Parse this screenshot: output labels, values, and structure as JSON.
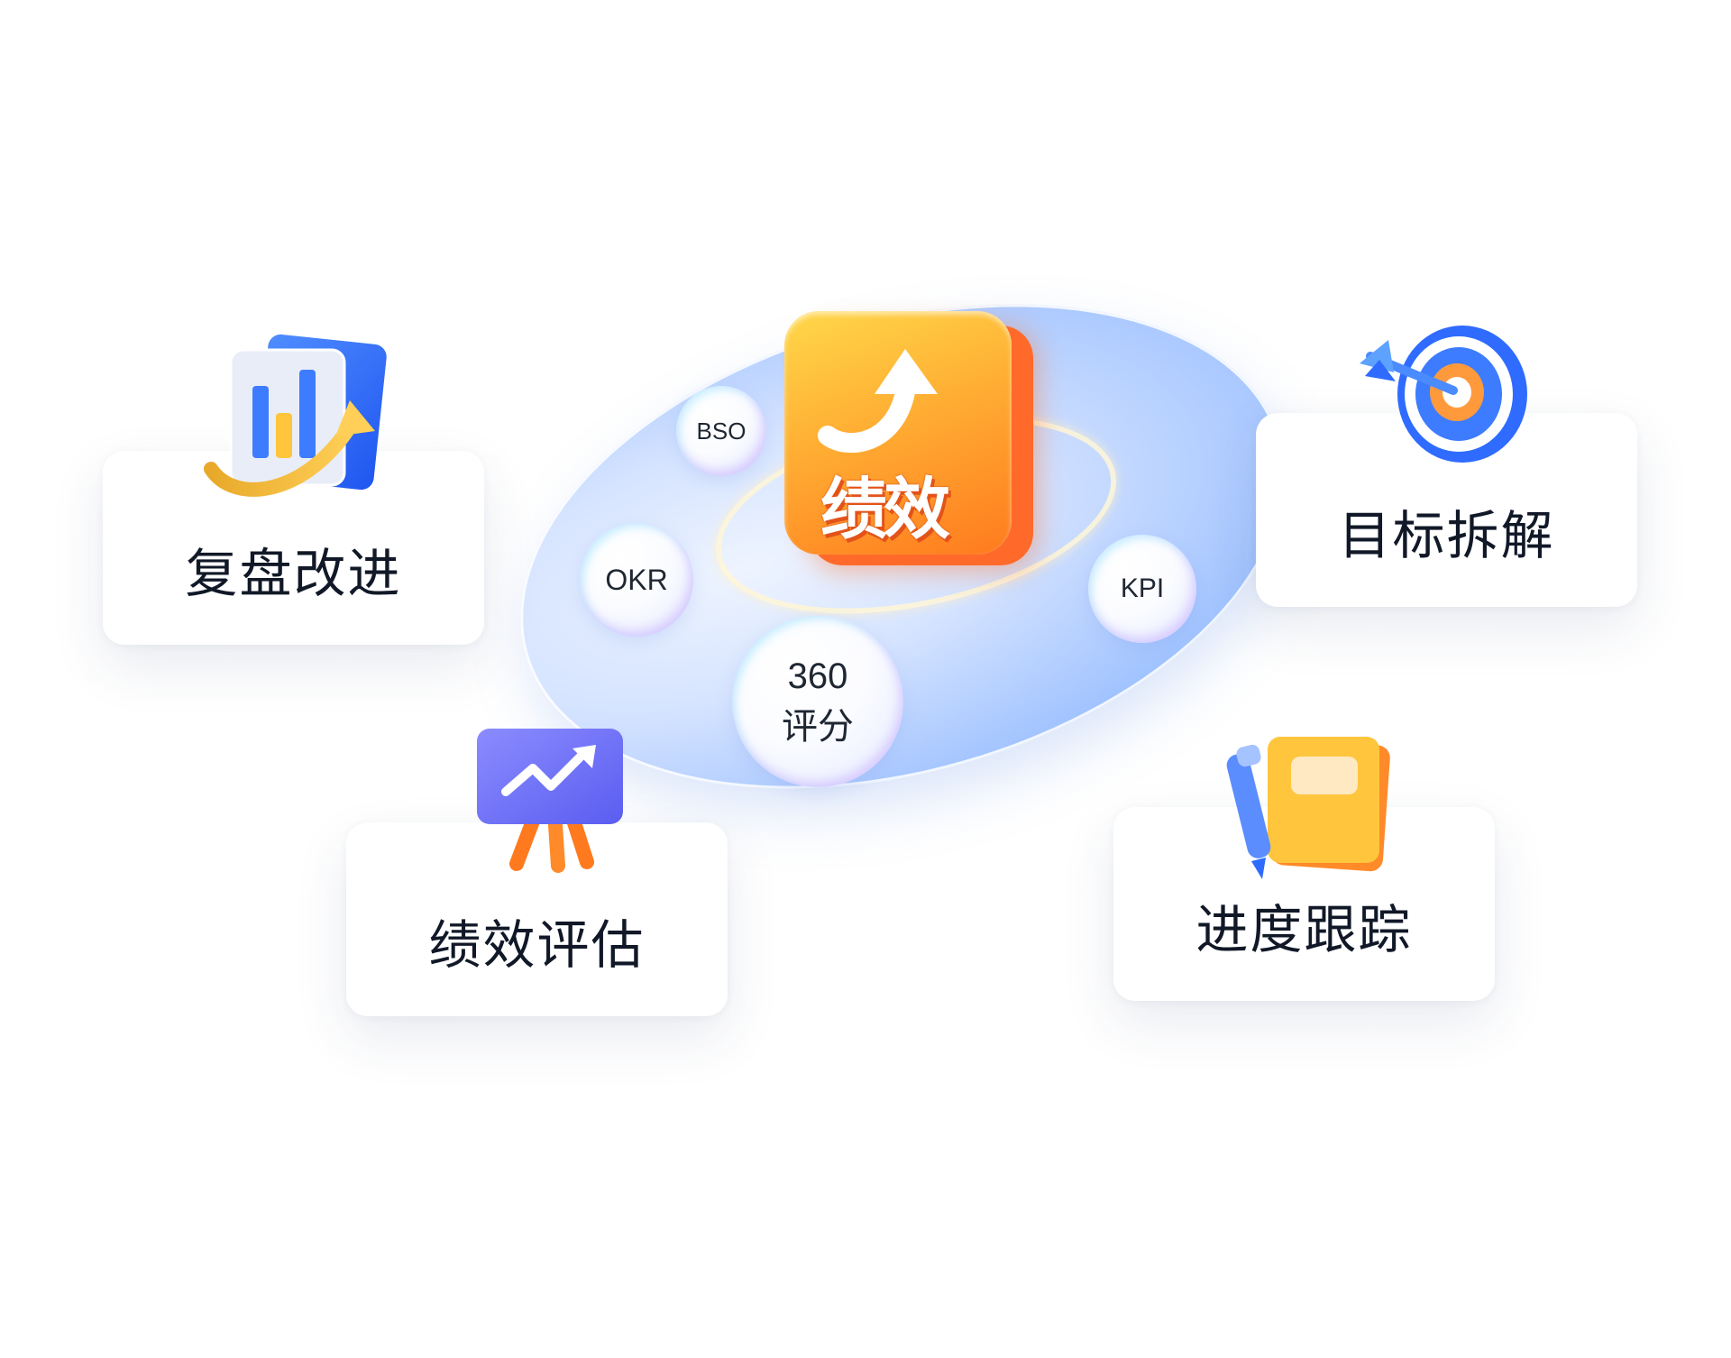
{
  "center": {
    "tile_text": "绩效",
    "bubbles": {
      "bso": "BSO",
      "okr": "OKR",
      "kpi": "KPI",
      "score_line1": "360",
      "score_line2": "评分"
    }
  },
  "cards": {
    "review": {
      "label": "复盘改进",
      "icon": "chart-growth-icon"
    },
    "goal": {
      "label": "目标拆解",
      "icon": "target-dart-icon"
    },
    "evaluation": {
      "label": "绩效评估",
      "icon": "presentation-board-icon"
    },
    "tracking": {
      "label": "进度跟踪",
      "icon": "notebook-pen-icon"
    }
  },
  "colors": {
    "tile_orange": "#ff7a1e",
    "tile_yellow": "#ffd84a",
    "disc_blue": "#7faeff",
    "text_dark": "#111827",
    "icon_blue": "#2f6bff",
    "icon_purple": "#6b6cff"
  }
}
